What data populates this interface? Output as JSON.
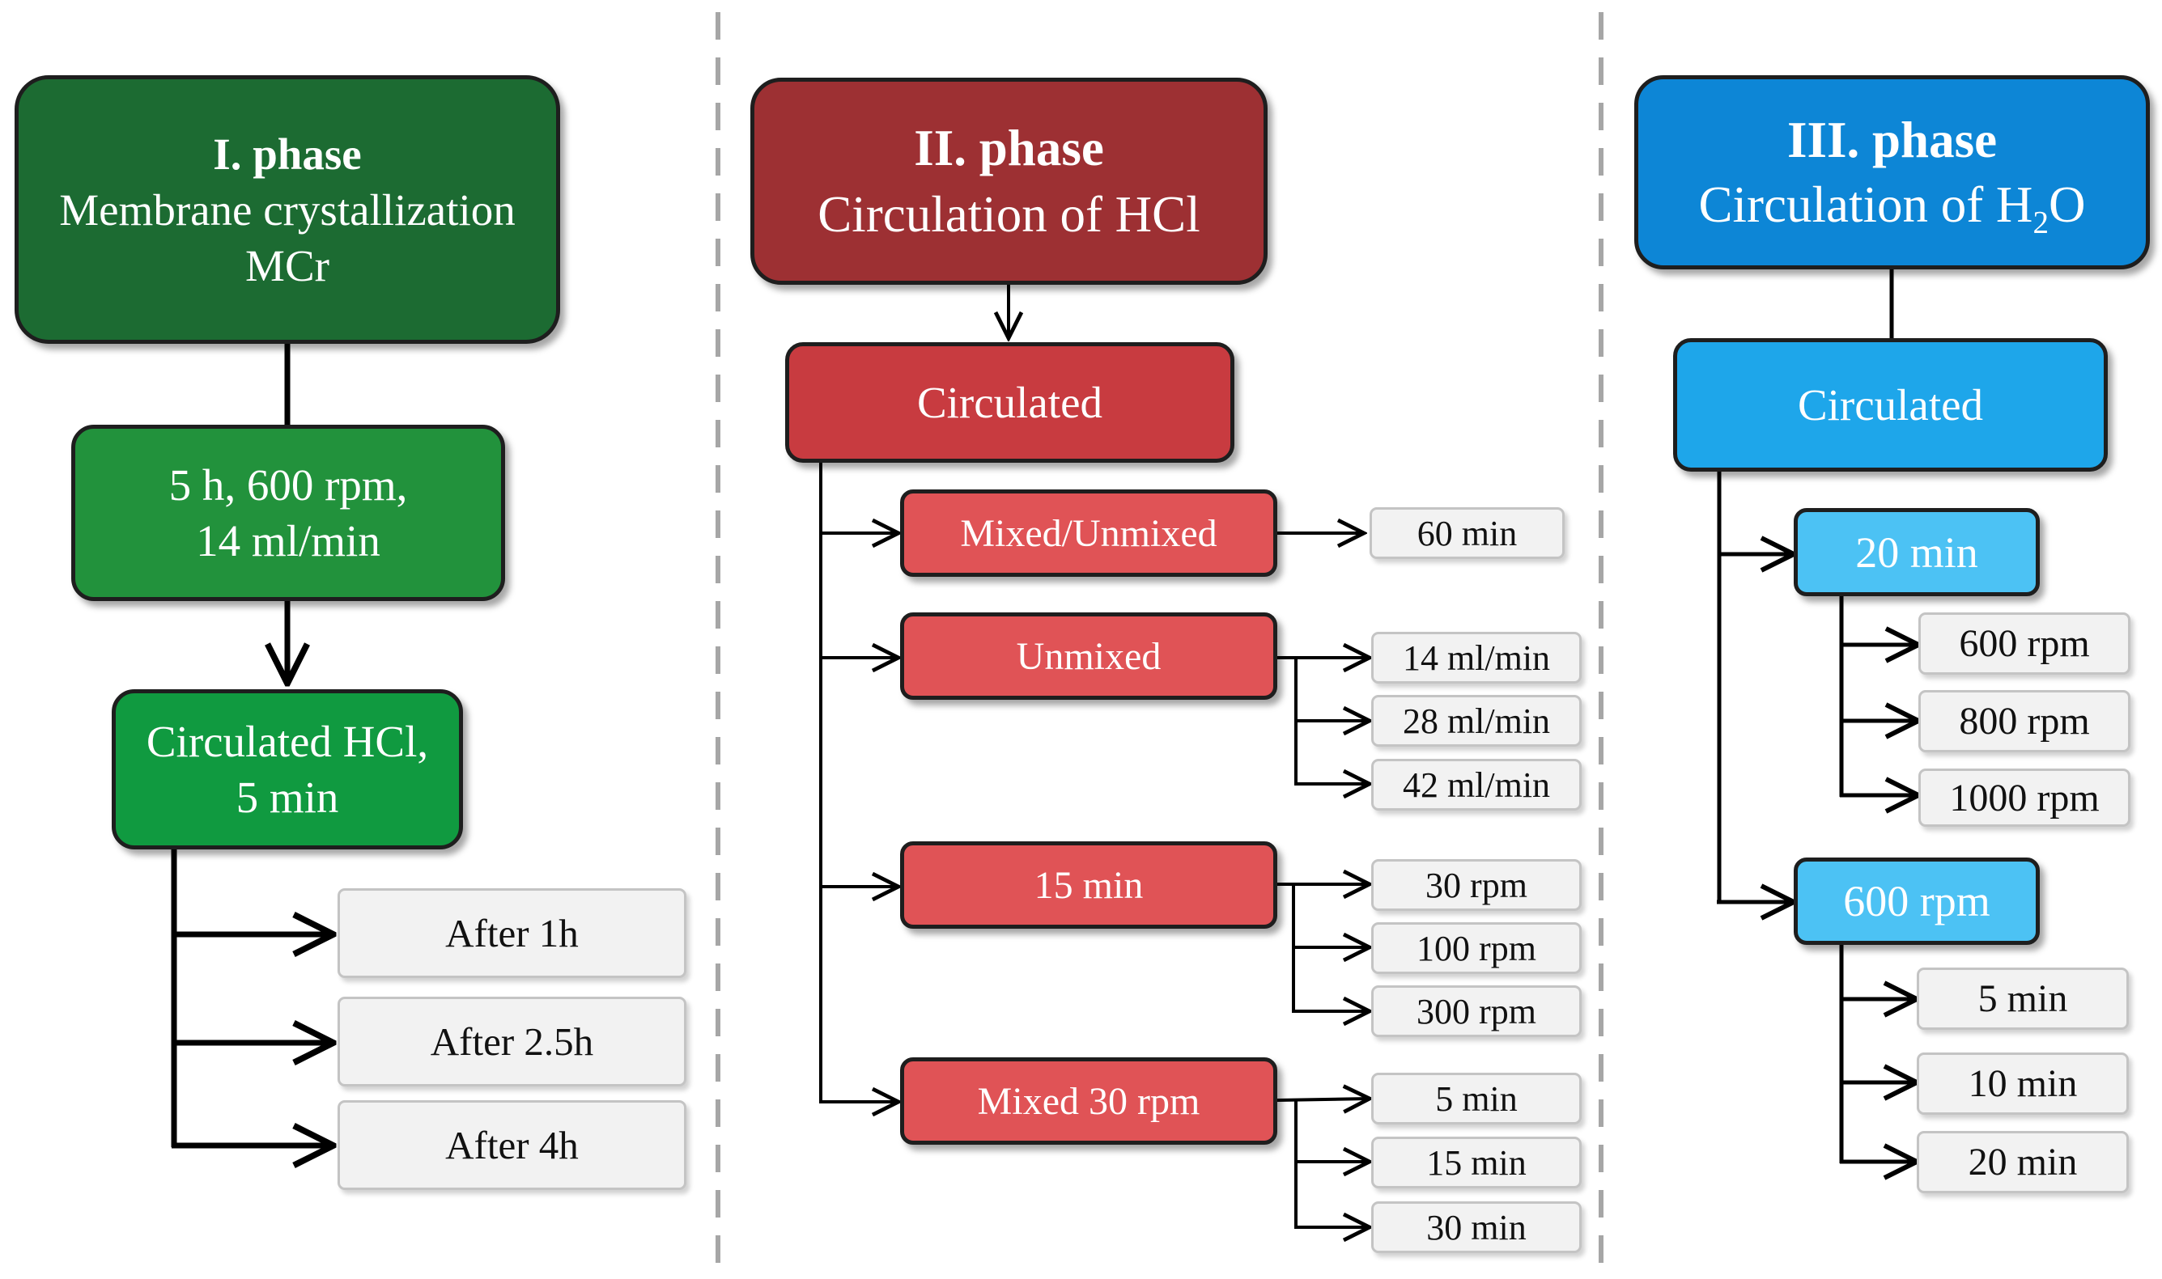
{
  "phase1": {
    "header": {
      "title": "I. phase",
      "line2": "Membrane crystallization",
      "line3": "MCr"
    },
    "conditions": {
      "line1": "5 h, 600 rpm,",
      "line2": "14 ml/min"
    },
    "circulated": {
      "line1": "Circulated HCl,",
      "line2": "5 min"
    },
    "leaves": [
      "After 1h",
      "After 2.5h",
      "After 4h"
    ]
  },
  "phase2": {
    "header": {
      "title": "II. phase",
      "line2": "Circulation of HCl"
    },
    "circulated": "Circulated",
    "groups": [
      {
        "label": "Mixed/Unmixed",
        "leaves": [
          "60 min"
        ]
      },
      {
        "label": "Unmixed",
        "leaves": [
          "14 ml/min",
          "28 ml/min",
          "42 ml/min"
        ]
      },
      {
        "label": "15 min",
        "leaves": [
          "30 rpm",
          "100 rpm",
          "300 rpm"
        ]
      },
      {
        "label": "Mixed 30 rpm",
        "leaves": [
          "5 min",
          "15 min",
          "30 min"
        ]
      }
    ]
  },
  "phase3": {
    "header": {
      "title": "III. phase",
      "line2_prefix": "Circulation of H",
      "line2_sub": "2",
      "line2_suffix": "O"
    },
    "circulated": "Circulated",
    "groups": [
      {
        "label": "20 min",
        "leaves": [
          "600 rpm",
          "800 rpm",
          "1000 rpm"
        ]
      },
      {
        "label": "600 rpm",
        "leaves": [
          "5 min",
          "10 min",
          "20 min"
        ]
      }
    ]
  },
  "colors": {
    "phase1_dark": "#1c6b32",
    "phase1_mid": "#22923c",
    "phase2_dark": "#9d3033",
    "phase2_mid": "#c83b40",
    "phase2_light": "#e05356",
    "phase3_dark": "#0d86d6",
    "phase3_mid": "#1ea6ea",
    "phase3_light": "#4cc2f4",
    "leaf_fill": "#f2f2f2",
    "divider": "#a6a6a6"
  }
}
